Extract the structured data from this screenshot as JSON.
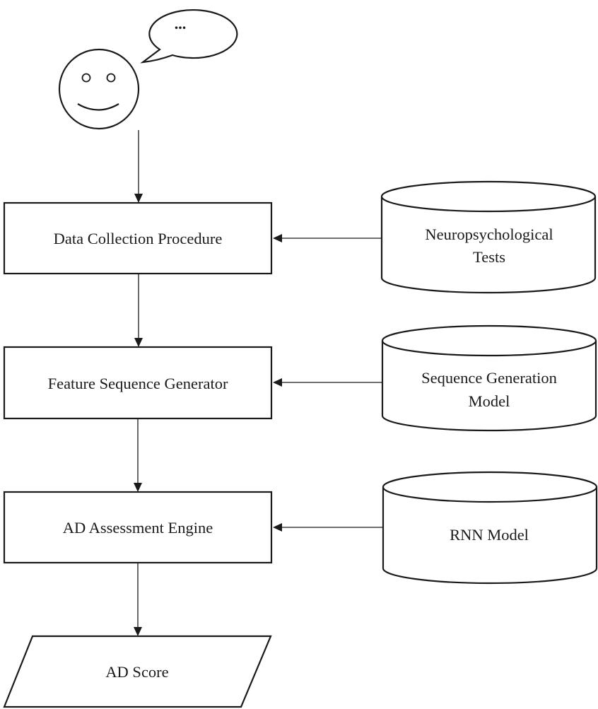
{
  "user": {
    "speech_text": "..."
  },
  "steps": {
    "data_collection": "Data Collection Procedure",
    "feature_sequence": "Feature Sequence Generator",
    "ad_assessment": "AD Assessment Engine"
  },
  "sources": {
    "neuropsych_line1": "Neuropsychological",
    "neuropsych_line2": "Tests",
    "seqgen_line1": "Sequence Generation",
    "seqgen_line2": "Model",
    "rnn": "RNN Model"
  },
  "output": {
    "ad_score": "AD Score"
  }
}
